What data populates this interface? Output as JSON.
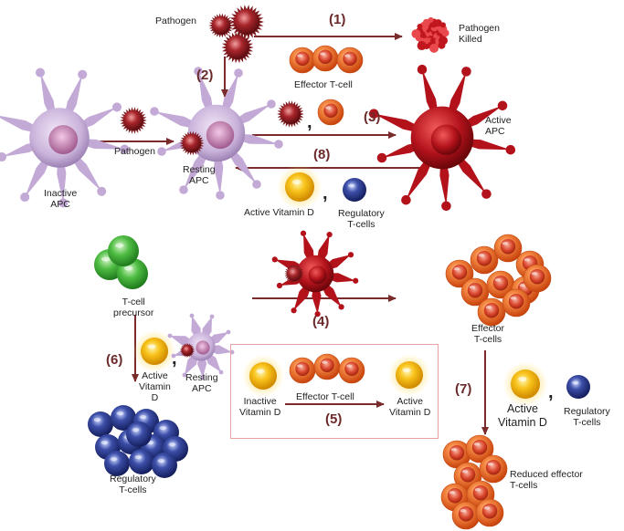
{
  "labels": {
    "pathogen_top": "Pathogen",
    "pathogen_killed": "Pathogen\nKilled",
    "effector_tcell_top": "Effector T-cell",
    "inactive_apc": "Inactive\nAPC",
    "pathogen_mid": "Pathogen",
    "resting_apc_top": "Resting\nAPC",
    "active_apc": "Active\nAPC",
    "active_vitd_top": "Active Vitamin D",
    "regulatory_top": "Regulatory\nT-cells",
    "tcell_precursor": "T-cell\nprecursor",
    "active_vitd_left": "Active\nVitamin\nD",
    "resting_apc_bottom": "Resting\nAPC",
    "regulatory_bottom": "Regulatory\nT-cells",
    "inactive_vitd_box": "Inactive\nVitamin D",
    "effector_tcell_box": "Effector T-cell",
    "active_vitd_box": "Active\nVitamin D",
    "effector_tcells_right": "Effector\nT-cells",
    "active_vitd_right": "Active\nVitamin D",
    "regulatory_right": "Regulatory\nT-cells",
    "reduced_effector": "Reduced effector\nT-cells"
  },
  "steps": {
    "s1": "(1)",
    "s2": "(2)",
    "s3": "(3)",
    "s4": "(4)",
    "s5": "(5)",
    "s6": "(6)",
    "s7": "(7)",
    "s8": "(8)"
  },
  "punct": {
    "comma": ","
  },
  "colors": {
    "arrow": "#7a2b2b",
    "pathogen": "#9a1e22",
    "apc_inactive": "#c6aed6",
    "apc_active": "#b3121b",
    "effector": "#ee6a1e",
    "vitamin_d": "#f5b400",
    "regulatory": "#2a3b8f",
    "precursor": "#46b43c",
    "box_border": "#e7a3a3"
  }
}
